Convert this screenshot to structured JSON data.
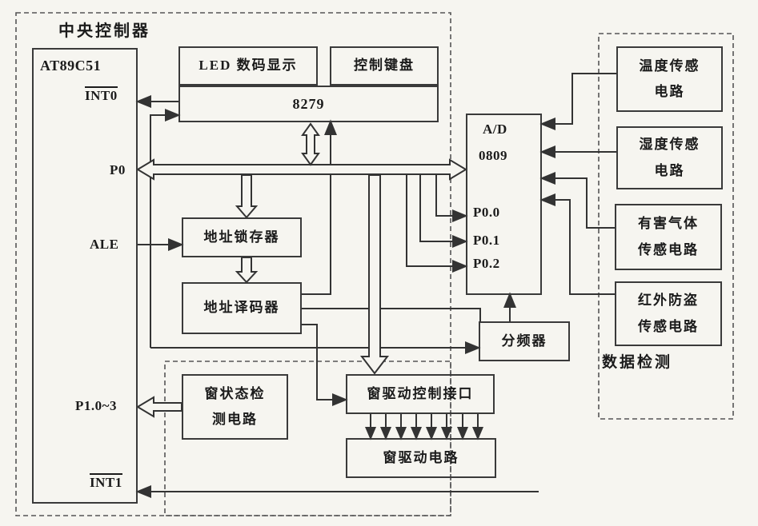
{
  "colors": {
    "paper": "#f6f5f0",
    "line": "#333333",
    "text": "#1b1b1b",
    "dashed": "#555555"
  },
  "regions": {
    "central_controller_label": "中央控制器",
    "data_detection_label": "数据检测"
  },
  "mcu": {
    "name": "AT89C51",
    "pins": {
      "int0": "INT0",
      "p0": "P0",
      "ale": "ALE",
      "p1": "P1.0~3",
      "int1": "INT1"
    }
  },
  "blocks": {
    "led_display": "LED 数码显示",
    "control_keypad": "控制键盘",
    "chip_8279": "8279",
    "address_latch": "地址锁存器",
    "address_decoder": "地址译码器",
    "adc": {
      "line1": "A/D",
      "line2": "0809",
      "pins": [
        "P0.0",
        "P0.1",
        "P0.2"
      ]
    },
    "frequency_divider": "分频器",
    "window_state": {
      "line1": "窗状态检",
      "line2": "测电路"
    },
    "window_drive_interface": "窗驱动控制接口",
    "window_drive_circuit": "窗驱动电路"
  },
  "sensors": [
    {
      "line1": "温度传感",
      "line2": "电路"
    },
    {
      "line1": "湿度传感",
      "line2": "电路"
    },
    {
      "line1": "有害气体",
      "line2": "传感电路"
    },
    {
      "line1": "红外防盗",
      "line2": "传感电路"
    }
  ]
}
